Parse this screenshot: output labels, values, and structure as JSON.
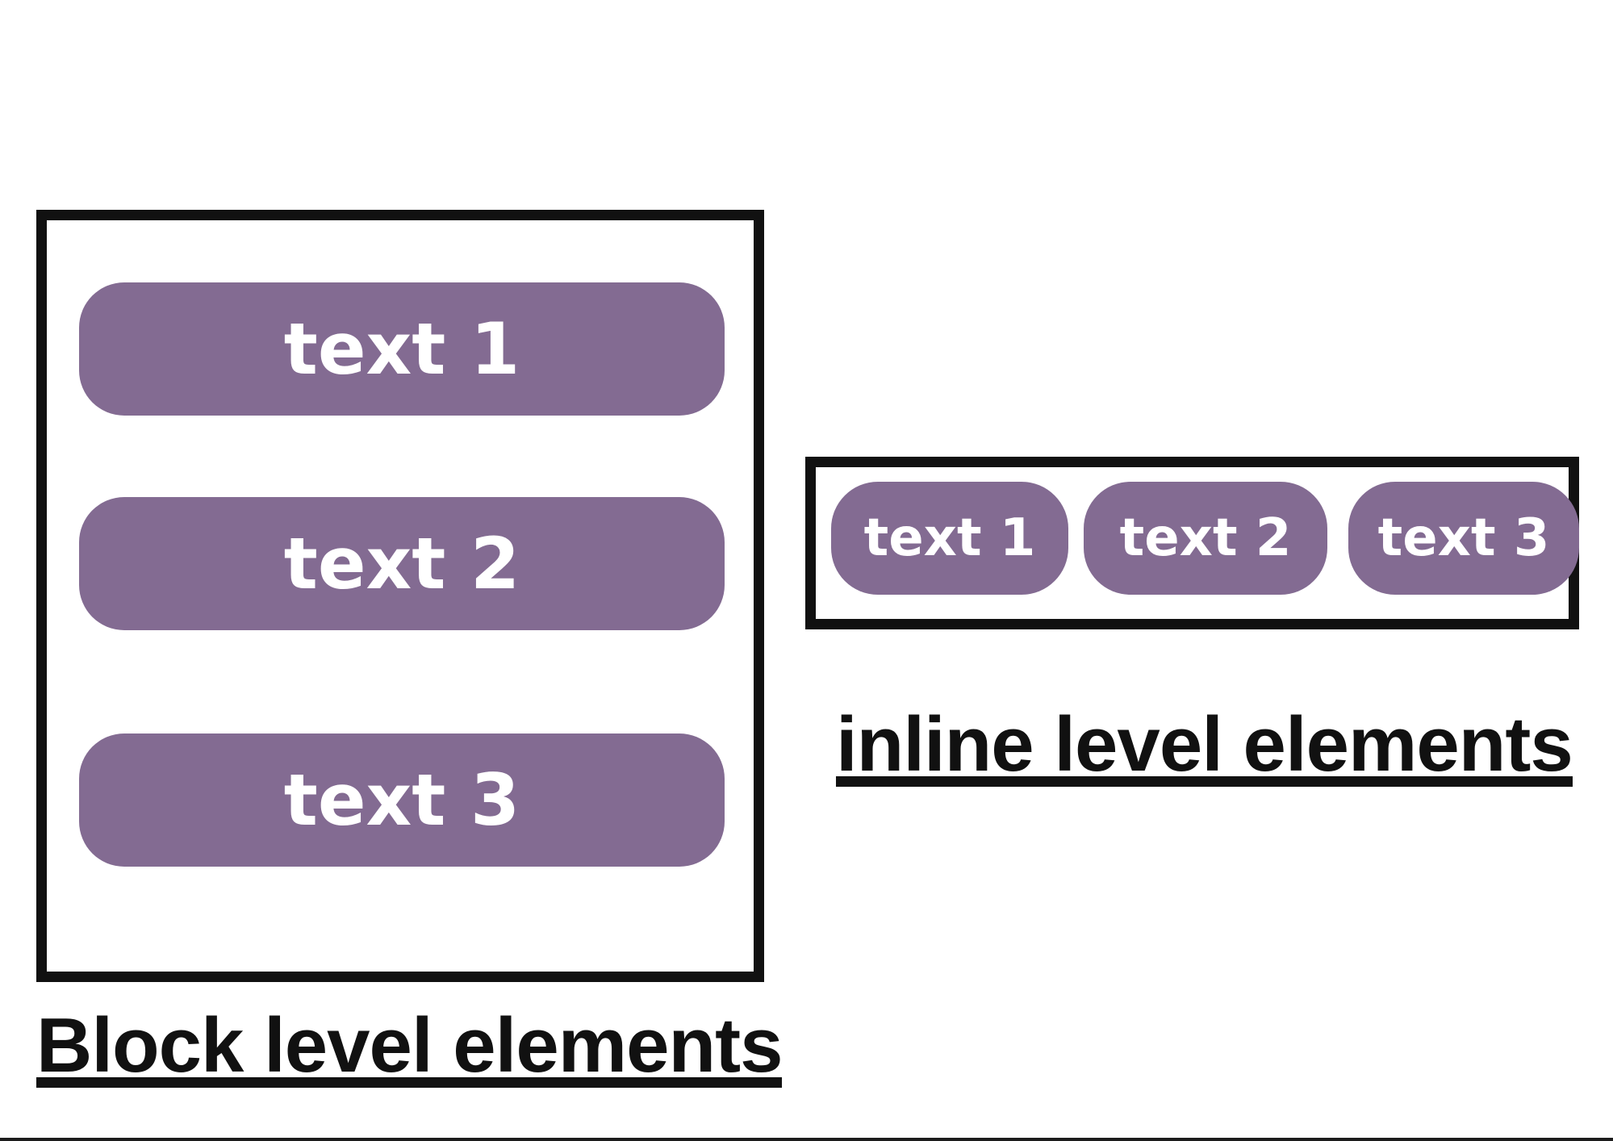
{
  "colors": {
    "ink": "#111111",
    "pill": "#836b92",
    "pill_text": "#ffffff",
    "background": "#ffffff",
    "bottom_edge": "#1c1c1c"
  },
  "block_section": {
    "title": "Block level elements",
    "pills": [
      {
        "label": "text 1"
      },
      {
        "label": "text 2"
      },
      {
        "label": "text 3"
      }
    ]
  },
  "inline_section": {
    "title": "inline level elements",
    "pills": [
      {
        "label": "text 1"
      },
      {
        "label": "text 2"
      },
      {
        "label": "text 3"
      }
    ]
  }
}
